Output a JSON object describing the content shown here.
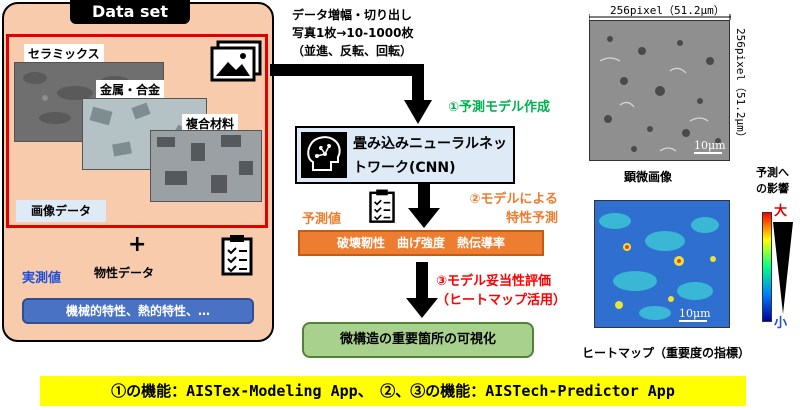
{
  "dataset": {
    "title": "Data set",
    "ceramics": "セラミックス",
    "metal": "金属・合金",
    "composite": "複合材料",
    "image_data": "画像データ",
    "plus": "+",
    "measured_value": "実測値",
    "property_data": "物性データ",
    "properties": "機械的特性、熱的特性、…"
  },
  "flow": {
    "augment_title": "データ増幅・切り出し",
    "augment_line2": "写真1枚→10-1000枚",
    "augment_line3": "（並進、反転、回転）",
    "step1": "①予測モデル作成",
    "cnn_line1": "畳み込みニューラルネッ",
    "cnn_line2": "トワーク(CNN)",
    "step2_line1": "②モデルによる",
    "step2_line2": "特性予測",
    "predicted_label": "予測値",
    "predicted_values": "破壊靭性　曲げ強度　熱伝導率",
    "step3_line1": "③モデル妥当性評価",
    "step3_line2": "（ヒートマップ活用）",
    "visualization": "微構造の重要箇所の可視化"
  },
  "right": {
    "pixel_top": "256pixel（51.2μm）",
    "pixel_side": "256pixel（51.2μm）",
    "scale_micro": "10μm",
    "micro_caption": "顕微画像",
    "scale_heat": "10μm",
    "heat_caption": "ヒートマップ（重要度の指標）",
    "influence_line1": "予測へ",
    "influence_line2": "の影響",
    "large": "大",
    "small": "小"
  },
  "banner": "①の機能：AISTex-Modeling App、　②、③の機能：AISTech-Predictor App",
  "colors": {
    "dataset_bg": "#f8cbad",
    "image_frame": "#e00000",
    "step1": "#00b050",
    "step2": "#ed7d31",
    "step3": "#ff0000",
    "measured": "#1f4fd6",
    "banner": "#ffff00"
  },
  "icons": [
    "image-gallery-icon",
    "clipboard-icon",
    "brain-icon",
    "clipboard-icon",
    "arrow-down-icon"
  ]
}
